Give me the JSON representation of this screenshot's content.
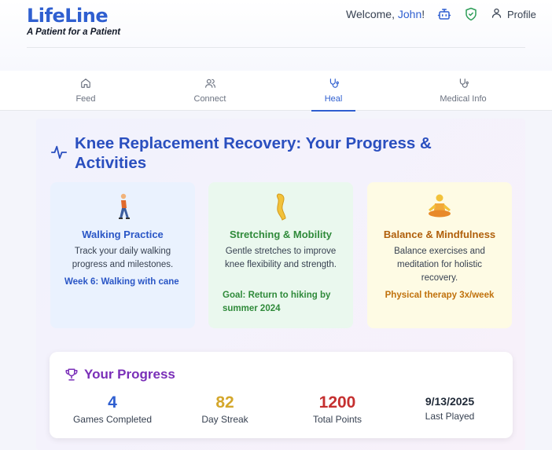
{
  "header": {
    "brand": "LifeLine",
    "tagline": "A Patient for a Patient",
    "welcome_prefix": "Welcome, ",
    "user_name": "John",
    "welcome_suffix": "!",
    "profile_label": "Profile",
    "icons": [
      "robot-icon",
      "shield-check-icon",
      "user-icon"
    ]
  },
  "tabs": [
    {
      "label": "Feed",
      "icon": "home-icon",
      "active": false
    },
    {
      "label": "Connect",
      "icon": "users-icon",
      "active": false
    },
    {
      "label": "Heal",
      "icon": "stethoscope-icon",
      "active": true
    },
    {
      "label": "Medical Info",
      "icon": "stethoscope-icon",
      "active": false
    }
  ],
  "main": {
    "heading": "Knee Replacement Recovery: Your Progress & Activities",
    "heading_icon": "activity-pulse-icon",
    "cards": [
      {
        "emoji": "🚶",
        "title": "Walking Practice",
        "description": "Track your daily walking progress and milestones.",
        "goal": "Week 6: Walking with cane",
        "color": "#2a56c6"
      },
      {
        "emoji": "🦵",
        "title": "Stretching & Mobility",
        "description": "Gentle stretches to improve knee flexibility and strength.",
        "goal": "Goal: Return to hiking by summer 2024",
        "color": "#2f8a3a"
      },
      {
        "emoji": "🧘",
        "title": "Balance & Mindfulness",
        "description": "Balance exercises and meditation for holistic recovery.",
        "goal": "Physical therapy 3x/week",
        "color": "#b05f0b"
      }
    ]
  },
  "progress": {
    "title": "Your Progress",
    "icon": "trophy-icon",
    "stats": [
      {
        "value": "4",
        "label": "Games Completed",
        "color": "#2f5fd0"
      },
      {
        "value": "82",
        "label": "Day Streak",
        "color": "#d4a72c"
      },
      {
        "value": "1200",
        "label": "Total Points",
        "color": "#c53030"
      },
      {
        "value": "9/13/2025",
        "label": "Last Played",
        "color": "#1f2937"
      }
    ]
  }
}
